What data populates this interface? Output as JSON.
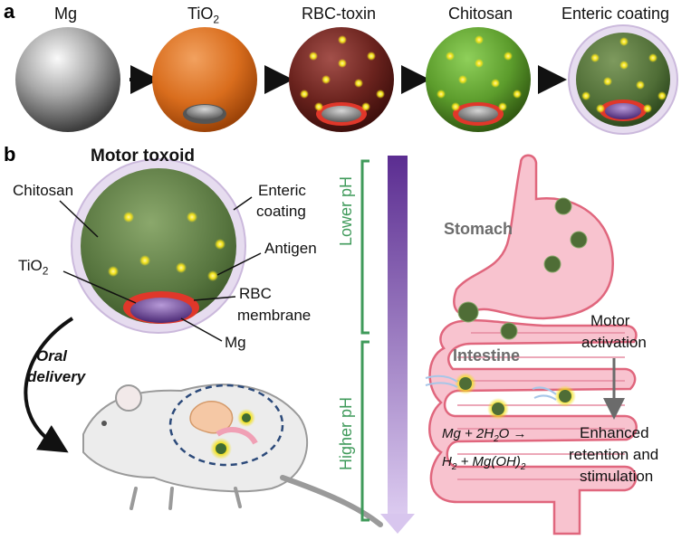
{
  "panel_a": {
    "letter": "a",
    "stages": [
      {
        "label": "Mg"
      },
      {
        "label": "TiO",
        "sub": "2"
      },
      {
        "label": "RBC-toxin"
      },
      {
        "label": "Chitosan"
      },
      {
        "label": "Enteric coating"
      }
    ]
  },
  "panel_b": {
    "letter": "b",
    "title": "Motor toxoid",
    "labels": {
      "chitosan": "Chitosan",
      "enteric_1": "Enteric",
      "enteric_2": "coating",
      "antigen": "Antigen",
      "tio2_main": "TiO",
      "tio2_sub": "2",
      "rbc_1": "RBC",
      "rbc_2": "membrane",
      "mg": "Mg"
    },
    "oral_delivery_1": "Oral",
    "oral_delivery_2": "delivery",
    "ph": {
      "lower": "Lower pH",
      "higher": "Higher pH"
    },
    "stomach": "Stomach",
    "intestine": "Intestine",
    "reaction_line1": "Mg + 2H",
    "reaction_line1_sub": "2",
    "reaction_line1_tail": "O →",
    "reaction_line2_a": "H",
    "reaction_line2_sub1": "2",
    "reaction_line2_b": " + Mg(OH)",
    "reaction_line2_sub2": "2",
    "motor_activation_1": "Motor",
    "motor_activation_2": "activation",
    "enhanced_1": "Enhanced",
    "enhanced_2": "retention and",
    "enhanced_3": "stimulation"
  },
  "colors": {
    "tio2": "#e07a2c",
    "rbc": "#7a2a26",
    "chitosan": "#5f9e35",
    "enteric_shell": "#d9cfe3",
    "gradient_top": "#5b2d91",
    "gradient_bottom": "#d8c7ee",
    "organ": "#f6b8c6"
  }
}
